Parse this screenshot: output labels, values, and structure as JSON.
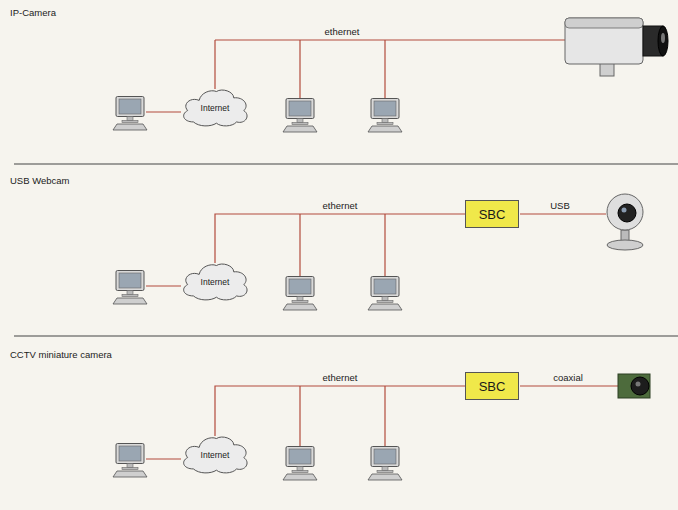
{
  "diagram": {
    "nodes": [
      {
        "text": [
          "Internet"
        ]
      },
      {
        "text": [
          "Internet"
        ]
      },
      {
        "text": [
          "SBC"
        ]
      },
      {
        "text": [
          "Internet"
        ]
      },
      {
        "text": [
          "SBC"
        ]
      }
    ],
    "edges": [
      {
        "from": 1,
        "to": 2,
        "arrow": "none",
        "label": "ethernet"
      },
      {
        "from": 3,
        "to": 4,
        "arrow": "none",
        "label": "ethernet"
      }
    ],
    "labels": [
      "IP-Camera",
      "ethernet",
      "USB Webcam",
      "USB",
      "CCTV miniature camera",
      "coaxial"
    ]
  }
}
